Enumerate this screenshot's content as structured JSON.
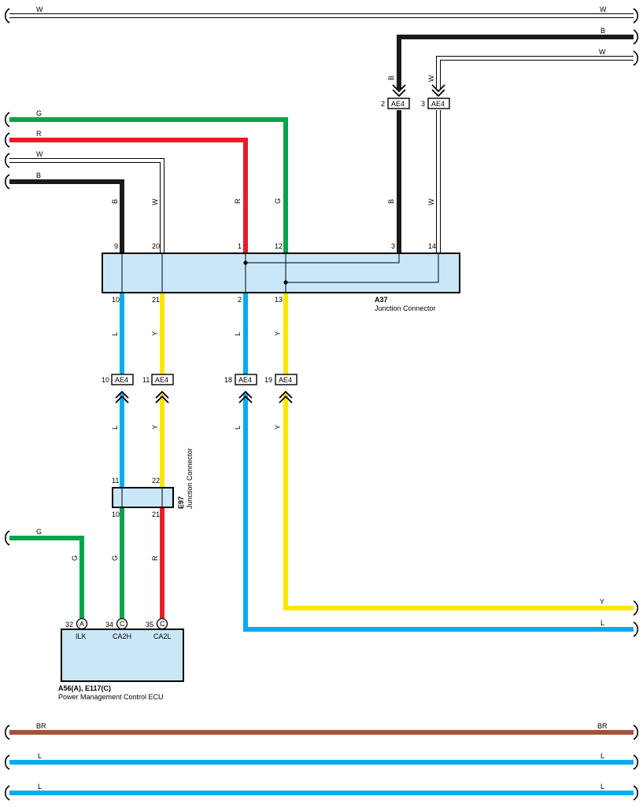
{
  "colors": {
    "W": "#ffffff",
    "B": "#1a1a1a",
    "G": "#07a34a",
    "R": "#ea1c24",
    "L": "#00adef",
    "Y": "#ffe600",
    "BR": "#a5523a",
    "component_fill": "#c9e7f7"
  },
  "wire_codes": {
    "white": "W",
    "black": "B",
    "green": "G",
    "red": "R",
    "blue": "L",
    "yellow": "Y",
    "brown": "BR"
  },
  "junction_a37": {
    "code": "A37",
    "name": "Junction Connector",
    "top_pins": [
      "9",
      "20",
      "1",
      "12",
      "3",
      "14"
    ],
    "bottom_pins": [
      "10",
      "21",
      "2",
      "13"
    ]
  },
  "junction_e97": {
    "code": "E97",
    "name": "Junction Connector",
    "top_pins": [
      "11",
      "22"
    ],
    "bottom_pins": [
      "10",
      "21"
    ]
  },
  "inline_connector": {
    "name": "AE4",
    "pins": [
      "2",
      "3",
      "10",
      "11",
      "18",
      "19"
    ]
  },
  "ecu": {
    "code": "A56(A), E117(C)",
    "name": "Power Management Control ECU",
    "pins": [
      {
        "number": "32",
        "letter": "A",
        "signal": "ILK"
      },
      {
        "number": "34",
        "letter": "C",
        "signal": "CA2H"
      },
      {
        "number": "35",
        "letter": "C",
        "signal": "CA2L"
      }
    ]
  }
}
